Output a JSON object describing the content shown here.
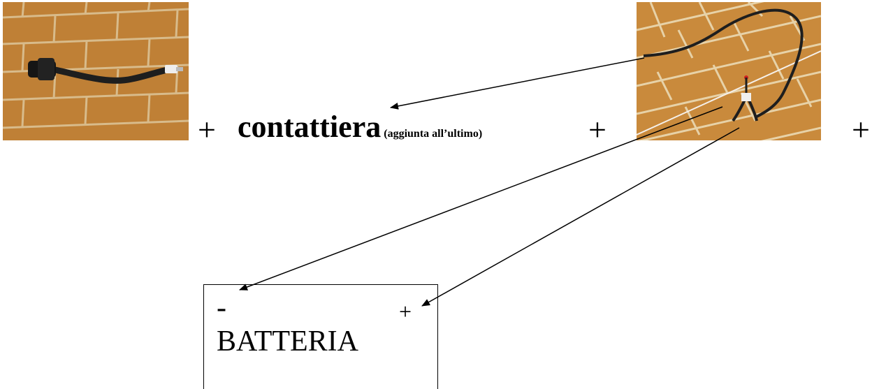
{
  "plus_signs": [
    "+",
    "+",
    "+"
  ],
  "contattiera": {
    "main": "contattiera",
    "note": "(aggiunta all’ultimo)"
  },
  "battery": {
    "minus": "-",
    "plus": "+",
    "label": "BATTERIA"
  },
  "colors": {
    "brick": "#c98a3c",
    "mortar": "#e7d2a8",
    "cable": "#1e1e1e",
    "line": "#000000"
  }
}
